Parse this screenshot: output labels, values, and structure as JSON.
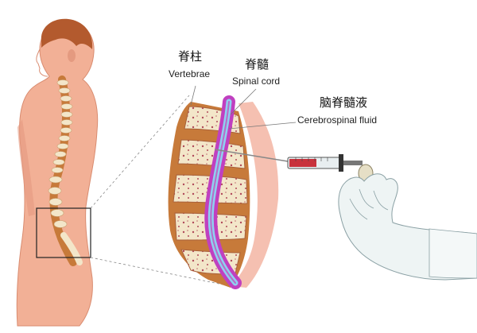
{
  "labels": {
    "vertebrae_zh": "脊柱",
    "vertebrae_en": "Vertebrae",
    "spinal_cord_zh": "脊髓",
    "spinal_cord_en": "Spinal cord",
    "csf_zh": "脑脊髓液",
    "csf_en": "Cerebrospinal fluid"
  },
  "colors": {
    "skin": "#f2b096",
    "skin_shadow": "#e49a80",
    "hair": "#b35a2e",
    "bone": "#f3e6c9",
    "disc": "#c77a3a",
    "spinal_cord": "#c040c0",
    "csf": "#8fd0f0",
    "syringe_fluid": "#c8323c",
    "glove": "#eef4f4"
  },
  "icons": {
    "figure": "human-body-side-view",
    "zoom_box": "zoom-region-frame",
    "syringe": "syringe-icon",
    "glove_hand": "gloved-hand-icon"
  }
}
